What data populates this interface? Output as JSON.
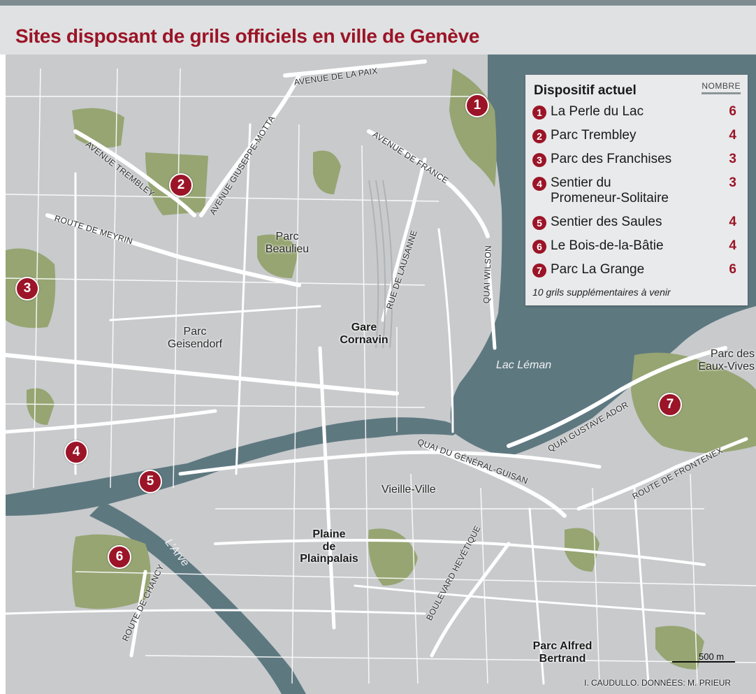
{
  "title": "Sites disposant de grils officiels en ville de Genève",
  "legend": {
    "title": "Dispositif actuel",
    "column_header": "NOMBRE",
    "items": [
      {
        "number": "1",
        "name": "La Perle du Lac",
        "count": "6"
      },
      {
        "number": "2",
        "name": "Parc Trembley",
        "count": "4"
      },
      {
        "number": "3",
        "name": "Parc des Franchises",
        "count": "3"
      },
      {
        "number": "4",
        "name": "Sentier du",
        "name2": "Promeneur-Solitaire",
        "count": "3"
      },
      {
        "number": "5",
        "name": "Sentier des Saules",
        "count": "4"
      },
      {
        "number": "6",
        "name": "Le Bois-de-la-Bâtie",
        "count": "4"
      },
      {
        "number": "7",
        "name": "Parc La Grange",
        "count": "6"
      }
    ],
    "note": "10 grils supplémentaires à venir"
  },
  "streets": {
    "avenue_paix": "AVENUE DE LA PAIX",
    "avenue_france": "AVENUE DE FRANCE",
    "avenue_trembley": "AVENUE TREMBLEY",
    "avenue_motta": "AVENUE GIUSEPPE-MOTTA",
    "route_meyrin": "ROUTE DE MEYRIN",
    "rue_lausanne": "RUE DE LAUSANNE",
    "quai_wilson": "QUAI WILSON",
    "quai_ador": "QUAI GUSTAVE ADOR",
    "quai_guisan": "QUAI DU GÉNÉRAL-GUISAN",
    "route_frontenex": "ROUTE DE FRONTENEX",
    "boulevard_helvetique": "BOULEVARD HEVÉTIQUE",
    "route_chancy": "ROUTE DE CHANCY"
  },
  "places": {
    "parc_beaulieu_1": "Parc",
    "parc_beaulieu_2": "Beaulieu",
    "parc_geisendorf_1": "Parc",
    "parc_geisendorf_2": "Geisendorf",
    "gare_1": "Gare",
    "gare_2": "Cornavin",
    "lac_leman": "Lac Léman",
    "parc_eaux_vives_1": "Parc des",
    "parc_eaux_vives_2": "Eaux-Vives",
    "vieille_ville": "Vieille-Ville",
    "plainpalais_1": "Plaine",
    "plainpalais_2": "de",
    "plainpalais_3": "Plainpalais",
    "arve": "L'Arve",
    "parc_bertrand_1": "Parc Alfred",
    "parc_bertrand_2": "Bertrand"
  },
  "markers": [
    "1",
    "2",
    "3",
    "4",
    "5",
    "6",
    "7"
  ],
  "scale": {
    "label": "500 m"
  },
  "credit": "I. CAUDULLO. DONNÉES: M. PRIEUR",
  "colors": {
    "accent": "#9b1427",
    "water": "#5e7880",
    "land": "#c8cacc",
    "park": "#96a572",
    "road": "#ffffff"
  }
}
